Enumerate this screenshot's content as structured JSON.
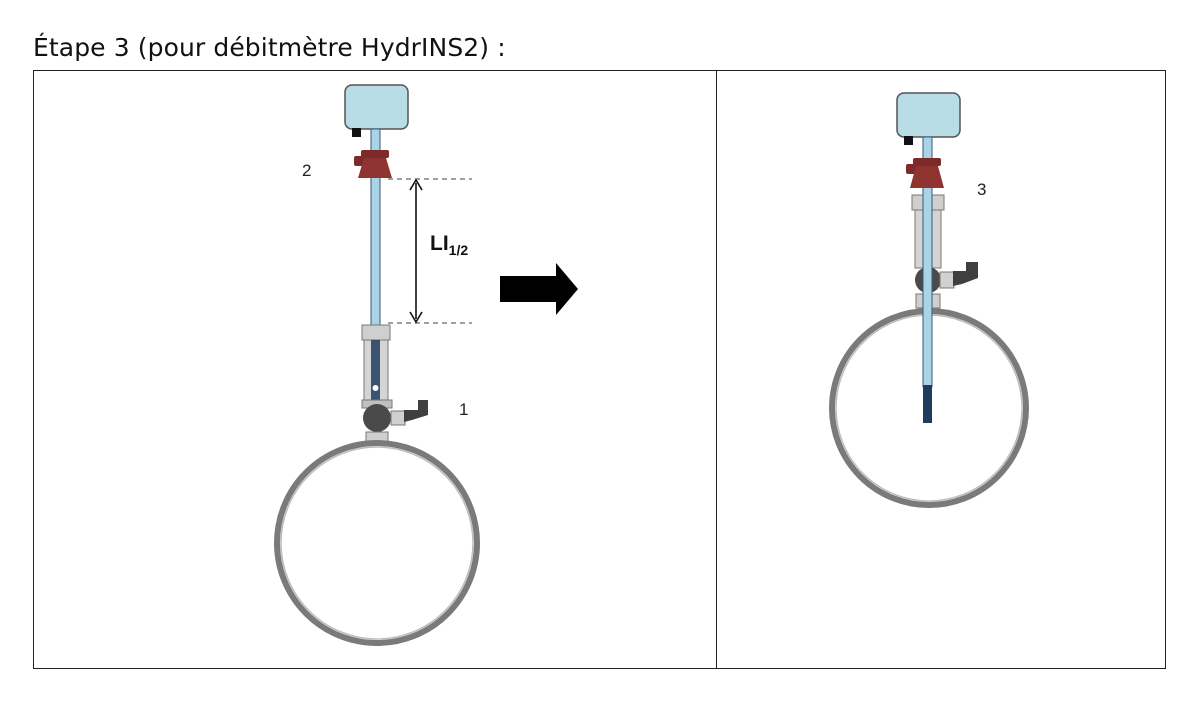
{
  "heading": "Étape 3 (pour débitmètre HydrINS2) :",
  "callouts": {
    "valve": "1",
    "sleeve": "2",
    "inserted": "3"
  },
  "dimension": {
    "main": "LI",
    "sub": "1/2"
  },
  "colors": {
    "head": "#b9dde6",
    "rod": "#a9d3e6",
    "rod_dark": "#1f3c5e",
    "collar": "#7d2b2a",
    "fitting": "#c8c8c8",
    "handle": "#4a4a4a",
    "pipe": "#7a7a7a"
  }
}
